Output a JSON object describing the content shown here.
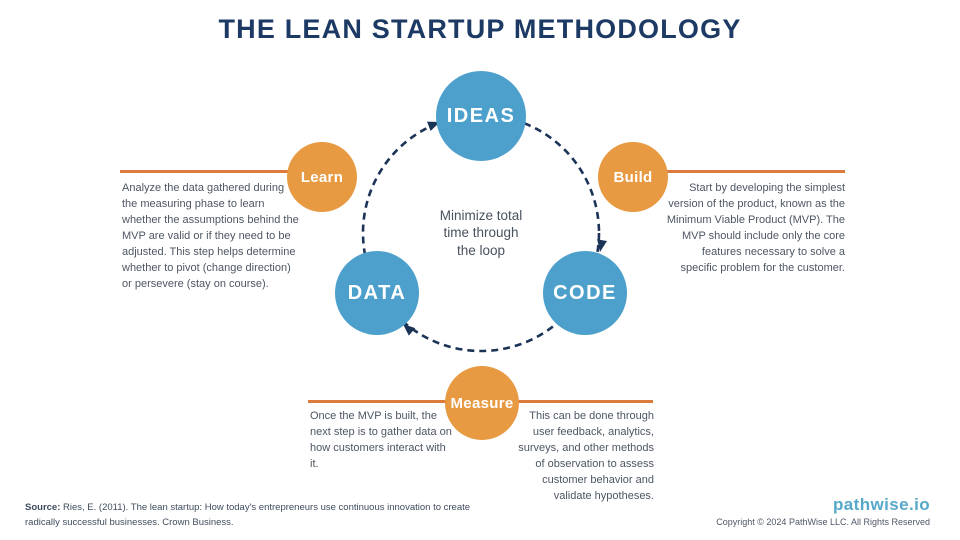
{
  "title": "THE LEAN STARTUP METHODOLOGY",
  "colors": {
    "navy": "#1b3356",
    "title_navy": "#1c3a63",
    "circle_blue": "#4da0cb",
    "circle_orange": "#e89a43",
    "line_orange": "#dd7b3c",
    "body_text": "#4d5663",
    "brand_blue": "#55a8c8"
  },
  "loop": {
    "center_lines": [
      "Minimize total",
      "time through",
      "the loop"
    ],
    "nodes": [
      {
        "label": "IDEAS"
      },
      {
        "label": "CODE"
      },
      {
        "label": "DATA"
      }
    ]
  },
  "steps": {
    "learn": {
      "label": "Learn",
      "description": "Analyze the data gathered during the measuring phase to learn whether the assumptions behind the MVP are valid or if they need to be adjusted. This step helps determine whether to pivot (change direction) or persevere (stay on course)."
    },
    "build": {
      "label": "Build",
      "description": "Start by developing the simplest version of the product, known as the Minimum Viable Product (MVP). The MVP should include only the core features necessary to solve a specific problem for the customer."
    },
    "measure": {
      "label": "Measure",
      "description_left": "Once the MVP is built, the next step is to gather data on how customers interact with it.",
      "description_right": "This can be done through user feedback, analytics, surveys, and other methods of observation to assess customer behavior and validate hypotheses."
    }
  },
  "footer": {
    "source_label": "Source:",
    "source_line1": " Ries, E. (2011). The lean startup: How today's entrepreneurs use continuous innovation to create",
    "source_line2": "radically successful businesses. Crown Business.",
    "brand": "pathwise.io",
    "copyright": "Copyright © 2024 PathWise LLC. All Rights Reserved"
  }
}
